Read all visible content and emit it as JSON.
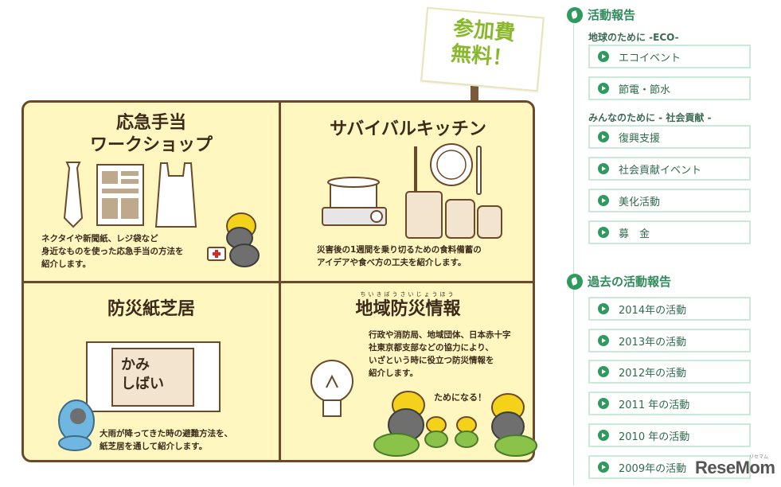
{
  "sign": {
    "text": "参加費\n無料！"
  },
  "panels": [
    {
      "title": "応急手当\nワークショップ",
      "desc": "ネクタイや新聞紙、レジ袋など\n身近なものを使った応急手当の方法を\n紹介します。"
    },
    {
      "title": "サバイバルキッチン",
      "desc": "災害後の1週間を乗り切るための食料備蓄の\nアイデアや食べ方の工夫を紹介します。"
    },
    {
      "title": "防災紙芝居",
      "desc": "大雨が降ってきた時の避難方法を、\n紙芝居を通して紹介します。",
      "kamishibai_text": "かみ\nしばい"
    },
    {
      "title": "地域防災情報",
      "ruby": "ちいきぼうさいじょうほう",
      "desc": "行政や消防局、地域団体、日本赤十字\n社東京都支部などの協力により、\nいざという時に役立つ防災情報を\n紹介します。",
      "bubble": "ためになる！"
    }
  ],
  "sidebar": {
    "activity_title": "活動報告",
    "sub1": "地球のために -ECO-",
    "sub1_items": [
      "エコイベント",
      "節電・節水"
    ],
    "sub2": "みんなのために - 社会貢献 -",
    "sub2_items": [
      "復興支援",
      "社会貢献イベント",
      "美化活動",
      "募　金"
    ],
    "past_title": "過去の活動報告",
    "past_items": [
      "2014年の活動",
      "2013年の活動",
      "2012年の活動",
      "2011 年の活動",
      "2010 年の活動",
      "2009年の活動"
    ]
  },
  "logo": {
    "text": "ReseMom",
    "small": "リセマム"
  },
  "colors": {
    "board_bg": "#fff6c0",
    "board_border": "#6b4a2b",
    "accent_green": "#2f9a5e",
    "sign_green": "#8ab82d"
  }
}
